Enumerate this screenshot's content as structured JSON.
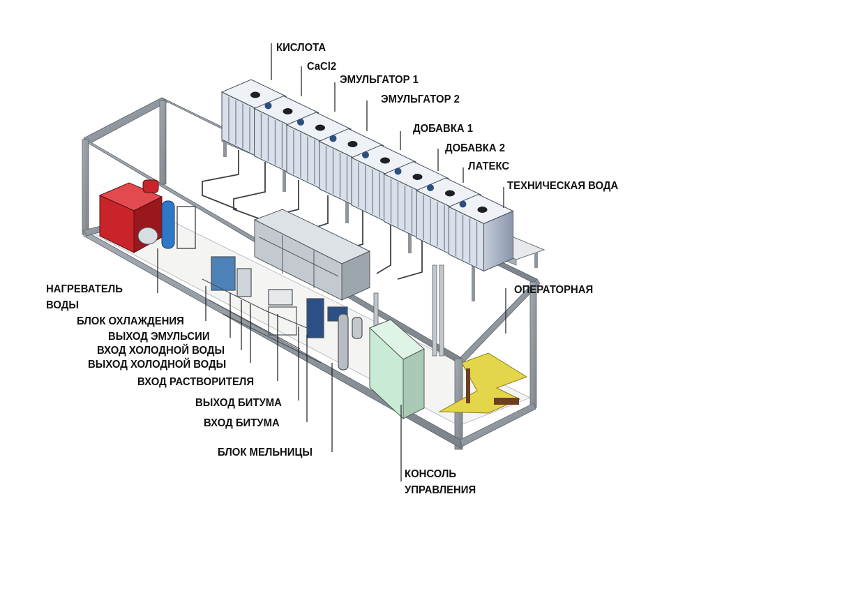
{
  "diagram": {
    "tanks": {
      "acid": "КИСЛОТА",
      "cacl2": "CaCl2",
      "emulsifier1": "ЭМУЛЬГАТОР 1",
      "emulsifier2": "ЭМУЛЬГАТОР 2",
      "additive1": "ДОБАВКА 1",
      "additive2": "ДОБАВКА 2",
      "latex": "ЛАТЕКС",
      "process_water": "ТЕХНИЧЕСКАЯ ВОДА"
    },
    "operator_room": "ОПЕРАТОРНАЯ",
    "water_heater": [
      "НАГРЕВАТЕЛЬ",
      "ВОДЫ"
    ],
    "cooling_unit": "БЛОК ОХЛАЖДЕНИЯ",
    "emulsion_outlet": "ВЫХОД ЭМУЛЬСИИ",
    "cold_water_inlet": "ВХОД ХОЛОДНОЙ ВОДЫ",
    "cold_water_outlet": "ВЫХОД ХОЛОДНОЙ ВОДЫ",
    "solvent_inlet": "ВХОД РАСТВОРИТЕЛЯ",
    "bitumen_outlet": "ВЫХОД БИТУМА",
    "bitumen_inlet": "ВХОД БИТУМА",
    "mill_unit": "БЛОК МЕЛЬНИЦЫ",
    "control_console": [
      "КОНСОЛЬ",
      "УПРАВЛЕНИЯ"
    ],
    "colors": {
      "frame": "#8e959b",
      "tank": "#d9e0ea",
      "heater": "#c8242a",
      "console": "#c9ead5",
      "floor": "#e3d64a"
    }
  }
}
